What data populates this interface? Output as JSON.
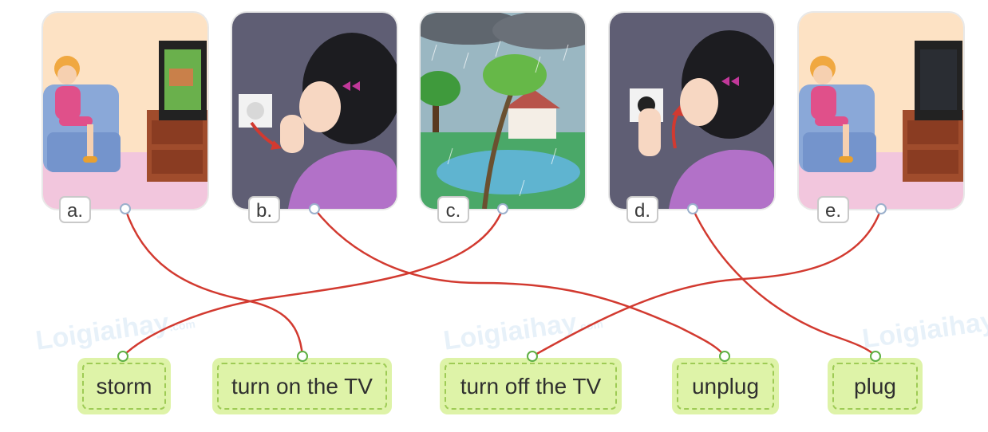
{
  "pictures": [
    {
      "id": "a",
      "letter": "a."
    },
    {
      "id": "b",
      "letter": "b."
    },
    {
      "id": "c",
      "letter": "c."
    },
    {
      "id": "d",
      "letter": "d."
    },
    {
      "id": "e",
      "letter": "e."
    }
  ],
  "words": {
    "storm": "storm",
    "turn_on": "turn on the TV",
    "turn_off": "turn off the TV",
    "unplug": "unplug",
    "plug": "plug"
  },
  "matches": [
    {
      "picture": "a",
      "word": "turn on the TV"
    },
    {
      "picture": "b",
      "word": "unplug"
    },
    {
      "picture": "c",
      "word": "storm"
    },
    {
      "picture": "d",
      "word": "plug"
    },
    {
      "picture": "e",
      "word": "turn off the TV"
    }
  ],
  "watermark": {
    "text": "Loigiaihay",
    "suffix": ".com"
  },
  "colors": {
    "line": "#d23a30",
    "word_bg": "#def3a8",
    "word_border": "#9ecb55",
    "dot": "#5fb043"
  }
}
